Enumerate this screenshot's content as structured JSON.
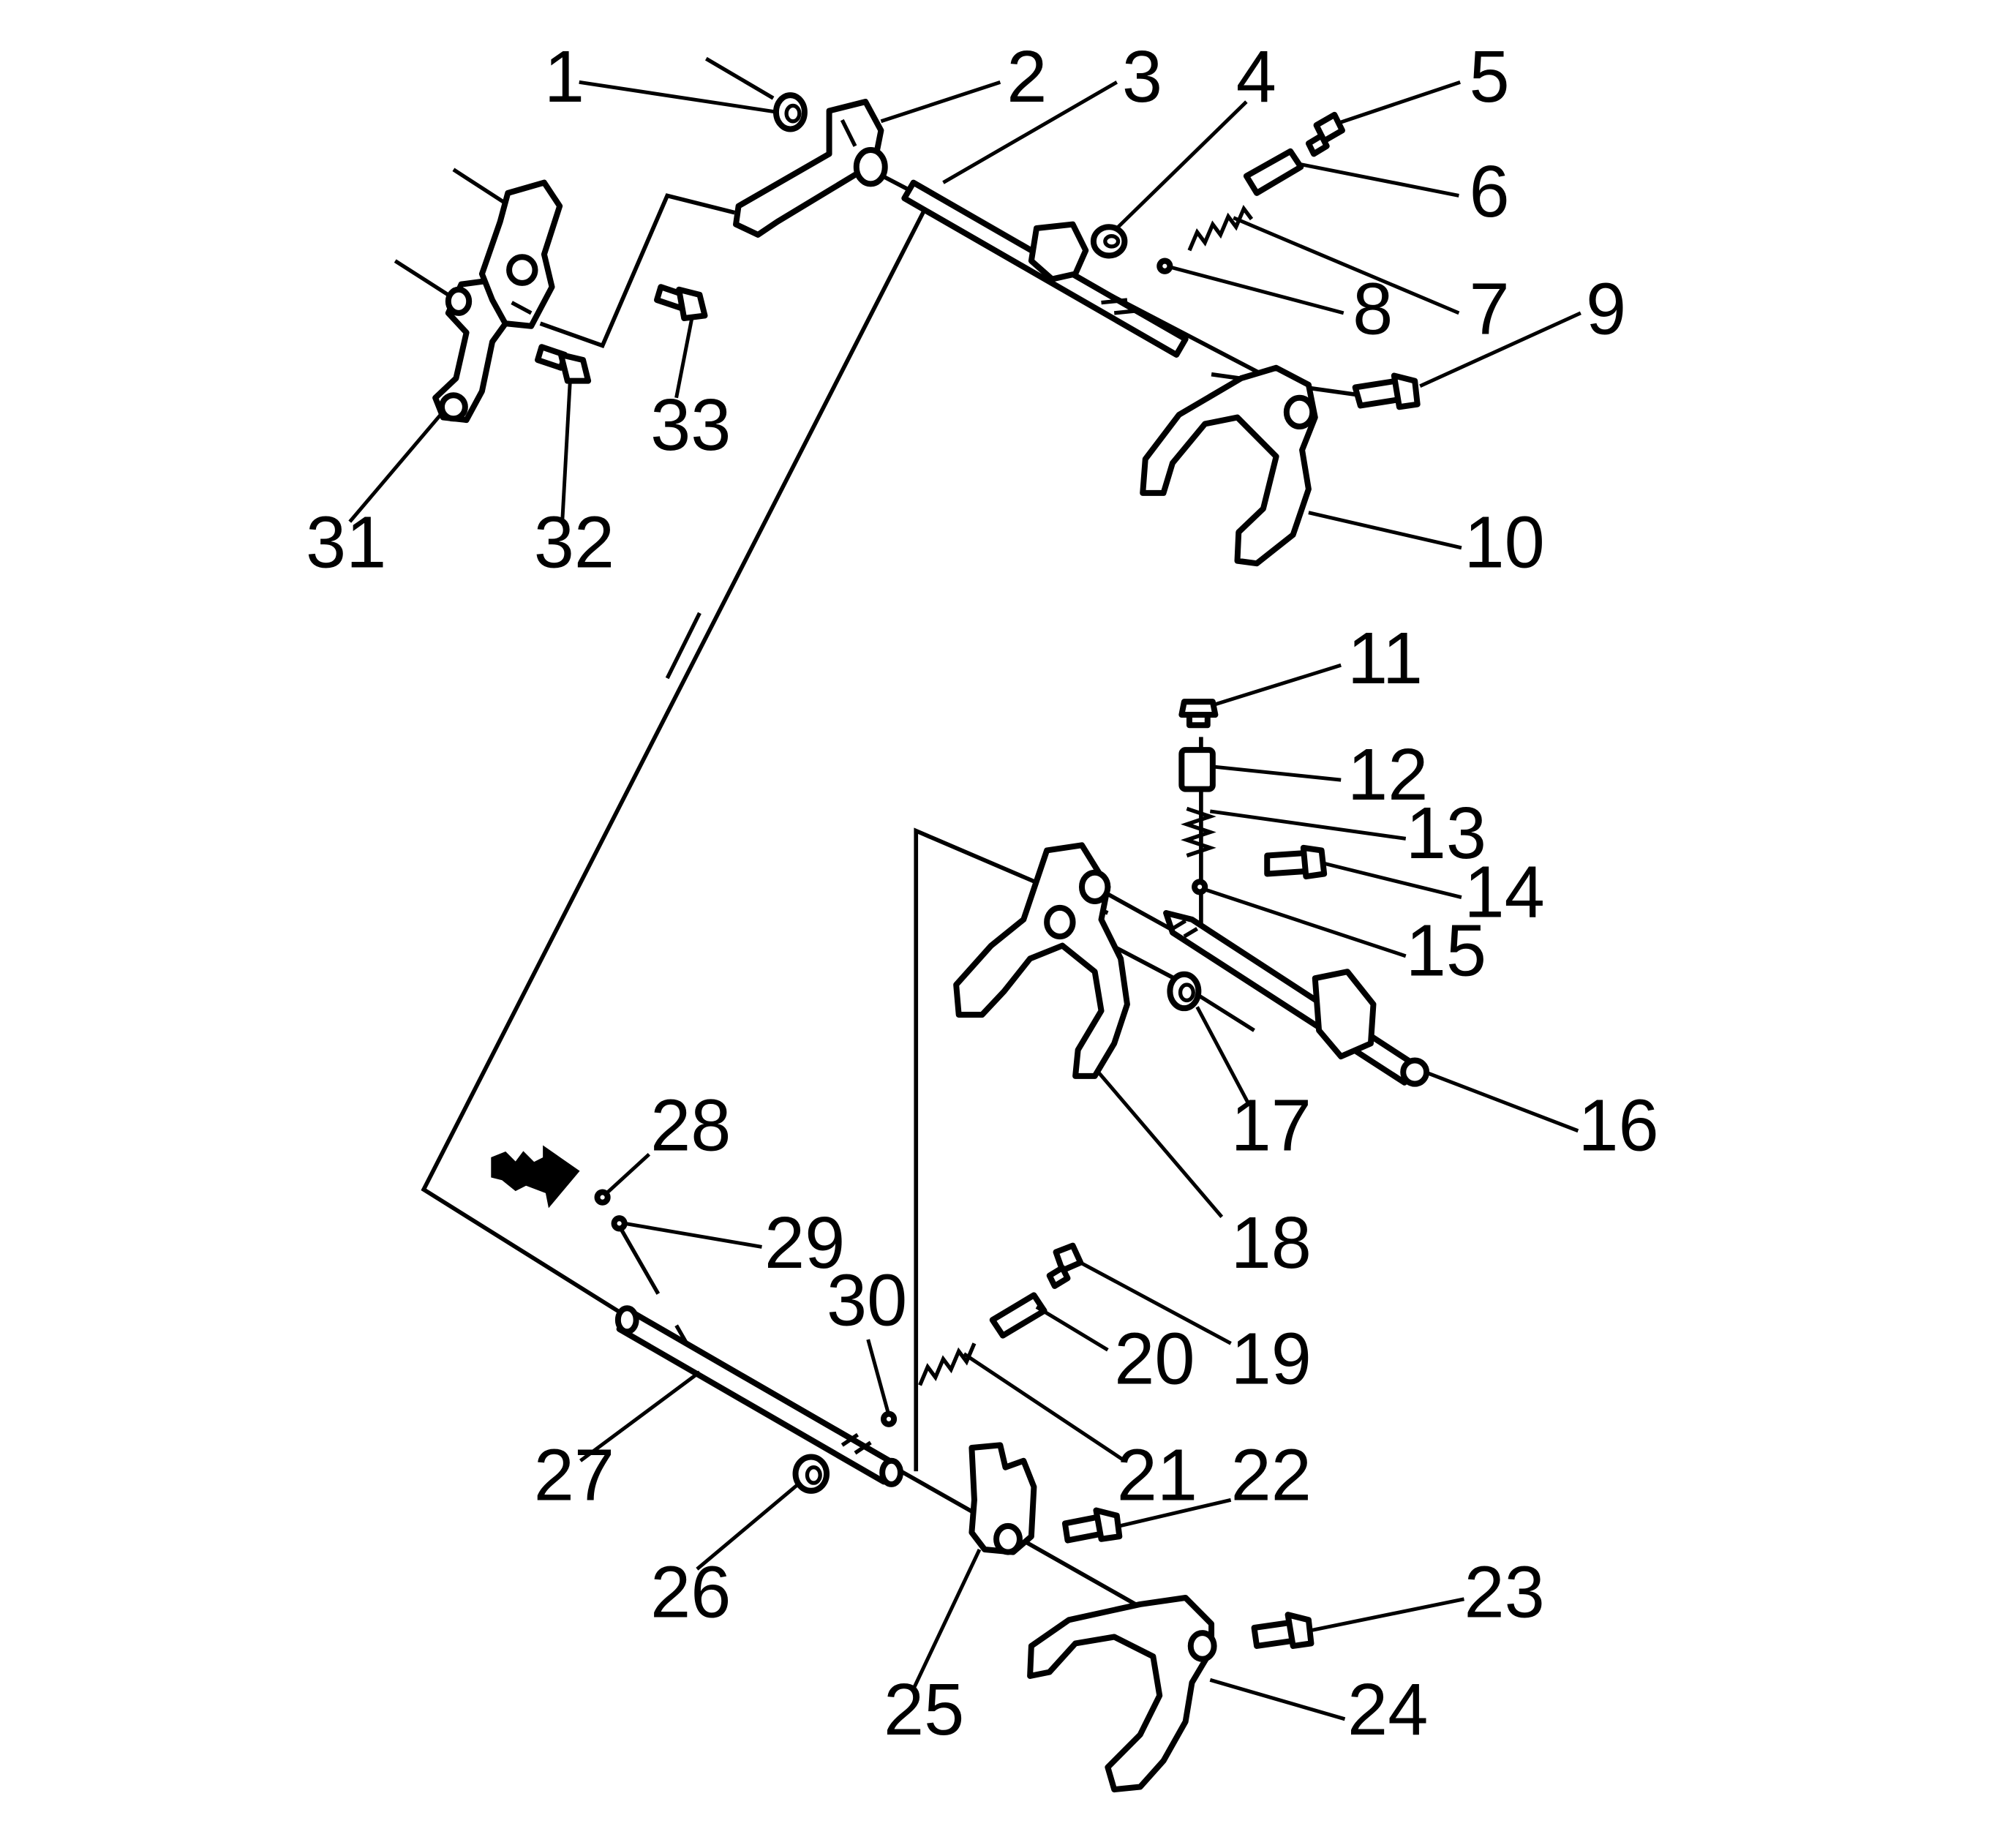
{
  "callouts": [
    {
      "id": "1",
      "label": "1"
    },
    {
      "id": "2",
      "label": "2"
    },
    {
      "id": "3",
      "label": "3"
    },
    {
      "id": "4",
      "label": "4"
    },
    {
      "id": "5",
      "label": "5"
    },
    {
      "id": "6",
      "label": "6"
    },
    {
      "id": "7",
      "label": "7"
    },
    {
      "id": "8",
      "label": "8"
    },
    {
      "id": "9",
      "label": "9"
    },
    {
      "id": "10",
      "label": "10"
    },
    {
      "id": "11",
      "label": "11"
    },
    {
      "id": "12",
      "label": "12"
    },
    {
      "id": "13",
      "label": "13"
    },
    {
      "id": "14",
      "label": "14"
    },
    {
      "id": "15",
      "label": "15"
    },
    {
      "id": "16",
      "label": "16"
    },
    {
      "id": "17",
      "label": "17"
    },
    {
      "id": "18",
      "label": "18"
    },
    {
      "id": "19",
      "label": "19"
    },
    {
      "id": "20",
      "label": "20"
    },
    {
      "id": "21",
      "label": "21"
    },
    {
      "id": "22",
      "label": "22"
    },
    {
      "id": "23",
      "label": "23"
    },
    {
      "id": "24",
      "label": "24"
    },
    {
      "id": "25",
      "label": "25"
    },
    {
      "id": "26",
      "label": "26"
    },
    {
      "id": "27",
      "label": "27"
    },
    {
      "id": "28",
      "label": "28"
    },
    {
      "id": "29",
      "label": "29"
    },
    {
      "id": "30",
      "label": "30"
    },
    {
      "id": "31",
      "label": "31"
    },
    {
      "id": "32",
      "label": "32"
    },
    {
      "id": "33",
      "label": "33"
    }
  ],
  "icons": {
    "direction_arrow": "install-direction-arrow-icon"
  },
  "colors": {
    "ink": "#000000",
    "background": "#ffffff"
  }
}
